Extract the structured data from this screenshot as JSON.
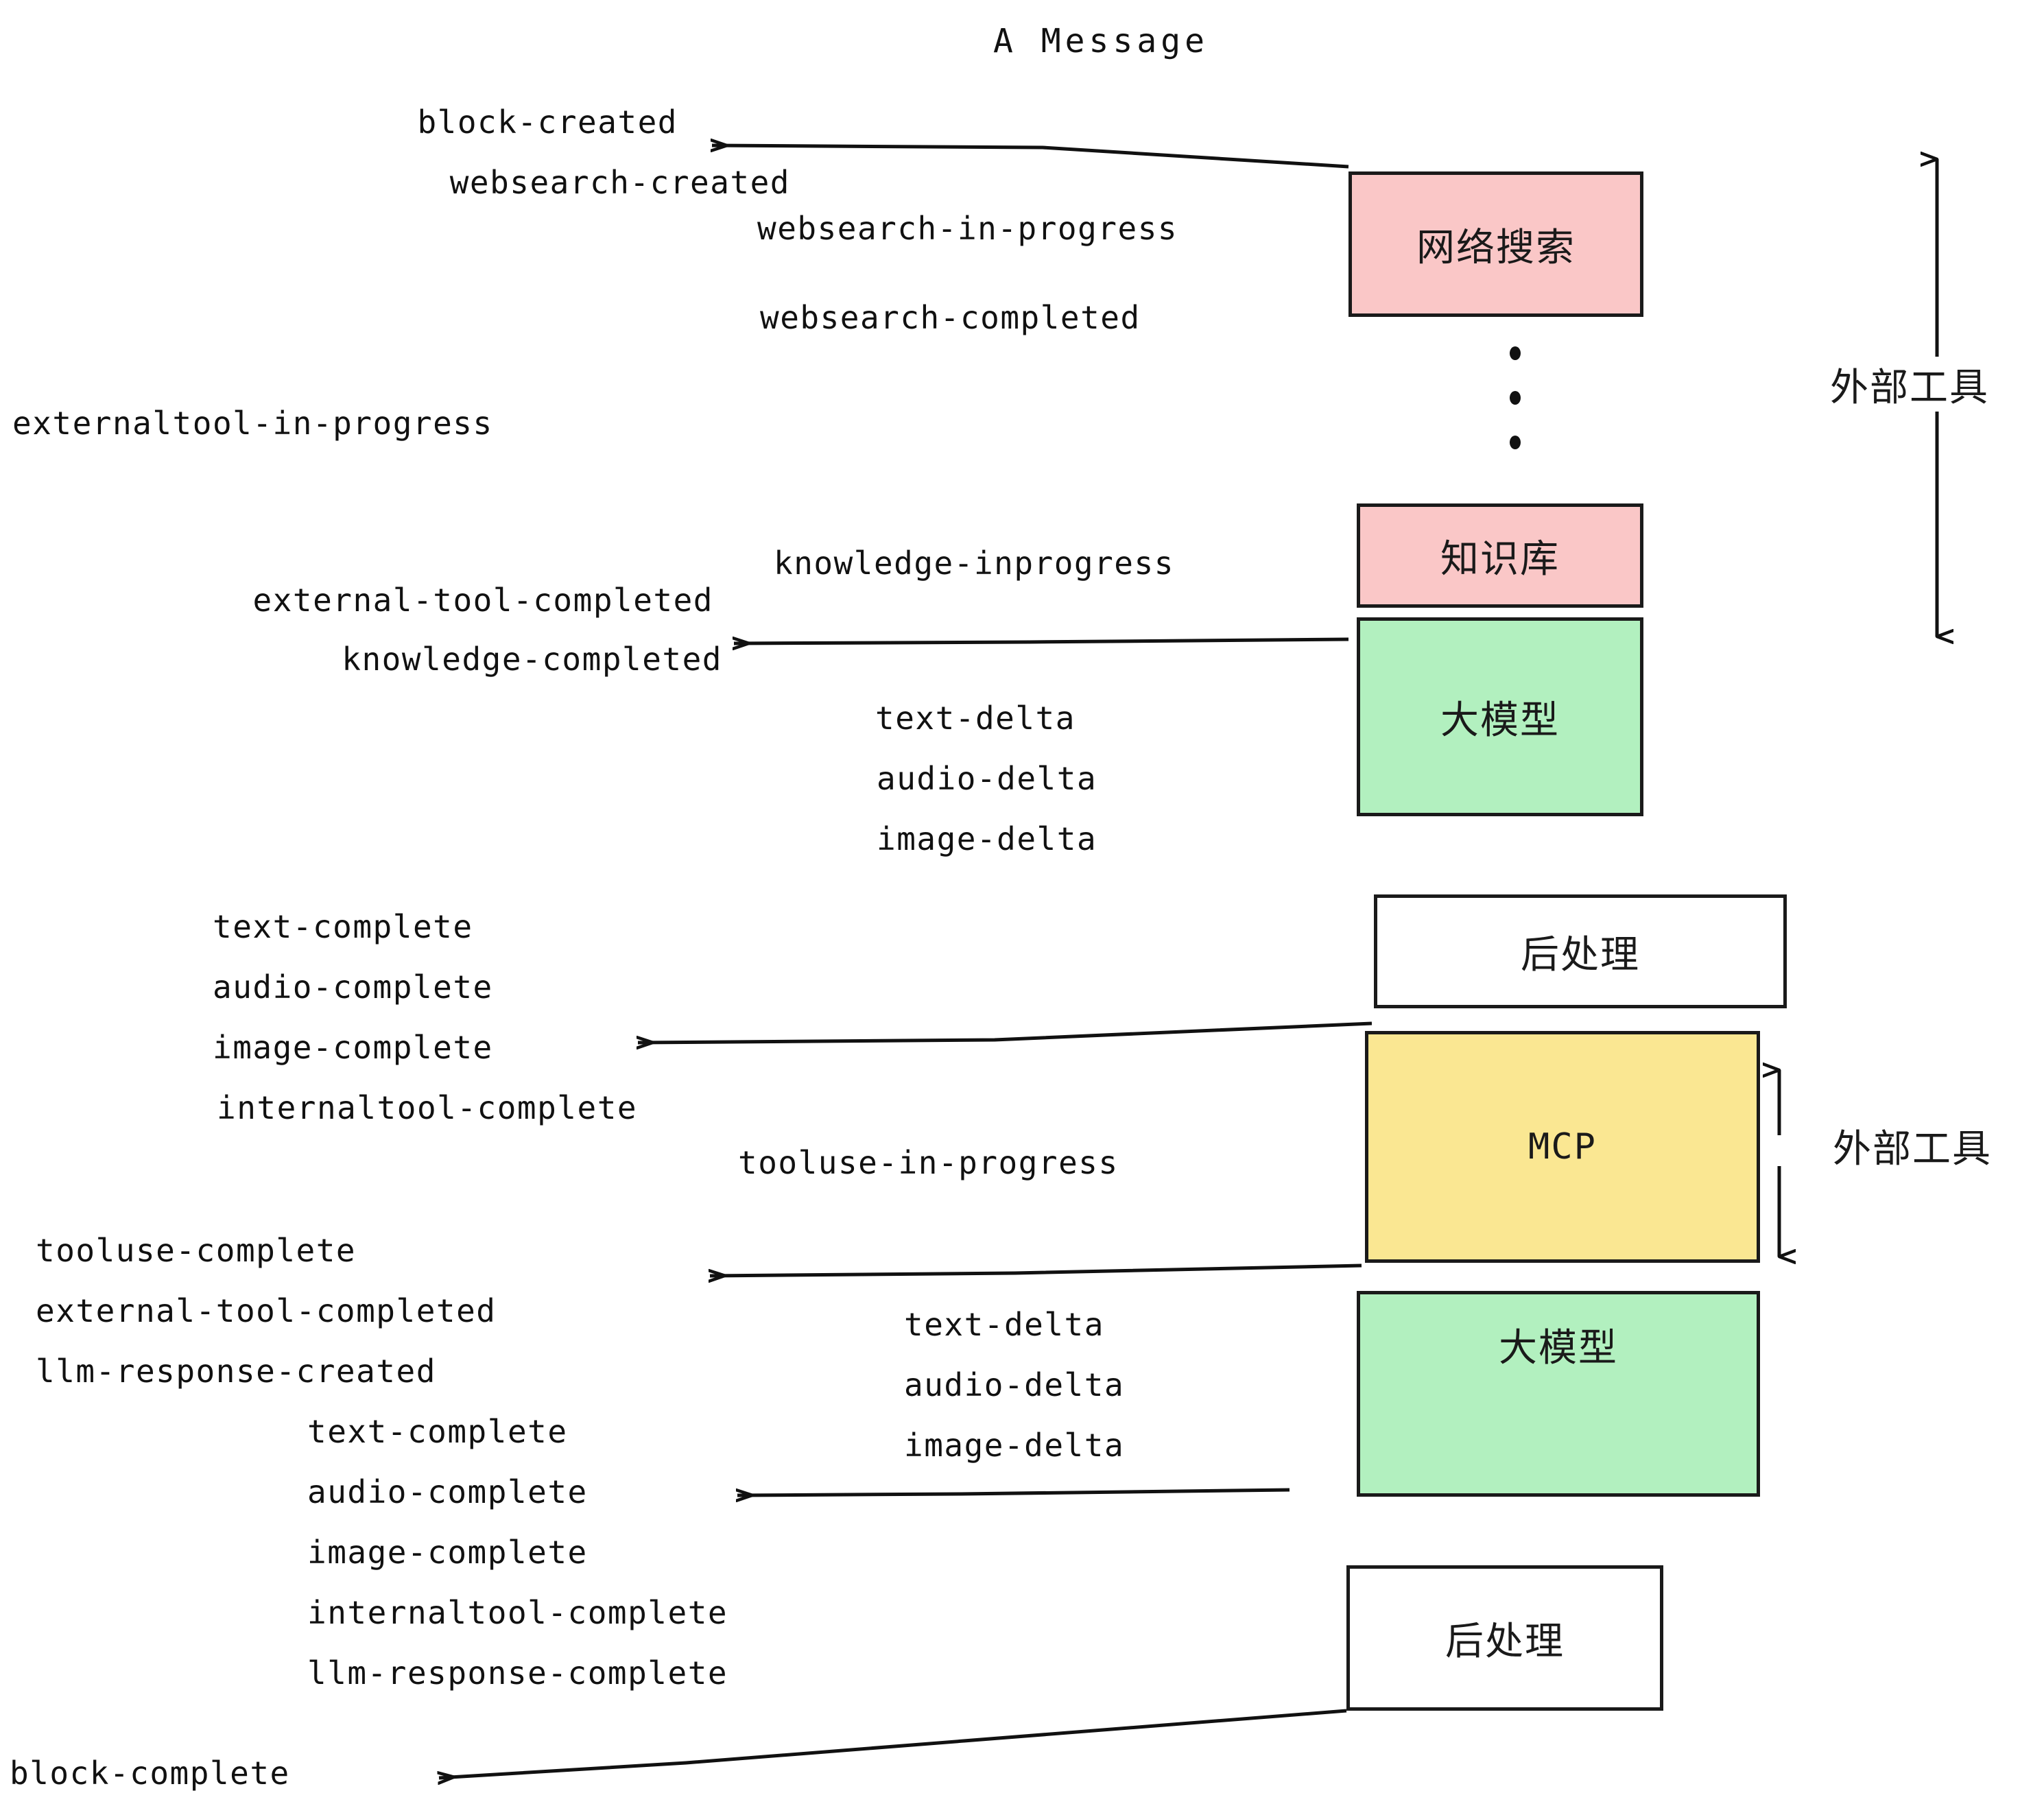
{
  "title": "A Message",
  "colors": {
    "pink": "#fac7c7",
    "green": "#b2f0bf",
    "yellow": "#fae792",
    "plain": "#ffffff",
    "stroke": "#1a1a1a",
    "text": "#111111",
    "background": "#ffffff"
  },
  "boxes": {
    "websearch": "网络搜索",
    "knowledge": "知识库",
    "llm_top": "大模型",
    "postprocess_top": "后处理",
    "mcp": "MCP",
    "llm_bottom": "大模型",
    "postprocess_bottom": "后处理"
  },
  "side_labels": {
    "external_tool_top": "外部工具",
    "external_tool_bottom": "外部工具"
  },
  "events": {
    "block_created": "block-created",
    "websearch_created": "websearch-created",
    "websearch_in_progress": "websearch-in-progress",
    "websearch_completed": "websearch-completed",
    "externaltool_in_progress": "externaltool-in-progress",
    "knowledge_inprogress": "knowledge-inprogress",
    "external_tool_completed_1": "external-tool-completed",
    "knowledge_completed": "knowledge-completed",
    "text_delta_1": "text-delta",
    "audio_delta_1": "audio-delta",
    "image_delta_1": "image-delta",
    "text_complete_1": "text-complete",
    "audio_complete_1": "audio-complete",
    "image_complete_1": "image-complete",
    "internaltool_complete_1": "internaltool-complete",
    "tooluse_in_progress": "tooluse-in-progress",
    "tooluse_complete": "tooluse-complete",
    "external_tool_completed_2": "external-tool-completed",
    "llm_response_created": "llm-response-created",
    "text_delta_2": "text-delta",
    "audio_delta_2": "audio-delta",
    "image_delta_2": "image-delta",
    "text_complete_2": "text-complete",
    "audio_complete_2": "audio-complete",
    "image_complete_2": "image-complete",
    "internaltool_complete_2": "internaltool-complete",
    "llm_response_complete": "llm-response-complete",
    "block_complete": "block-complete"
  }
}
